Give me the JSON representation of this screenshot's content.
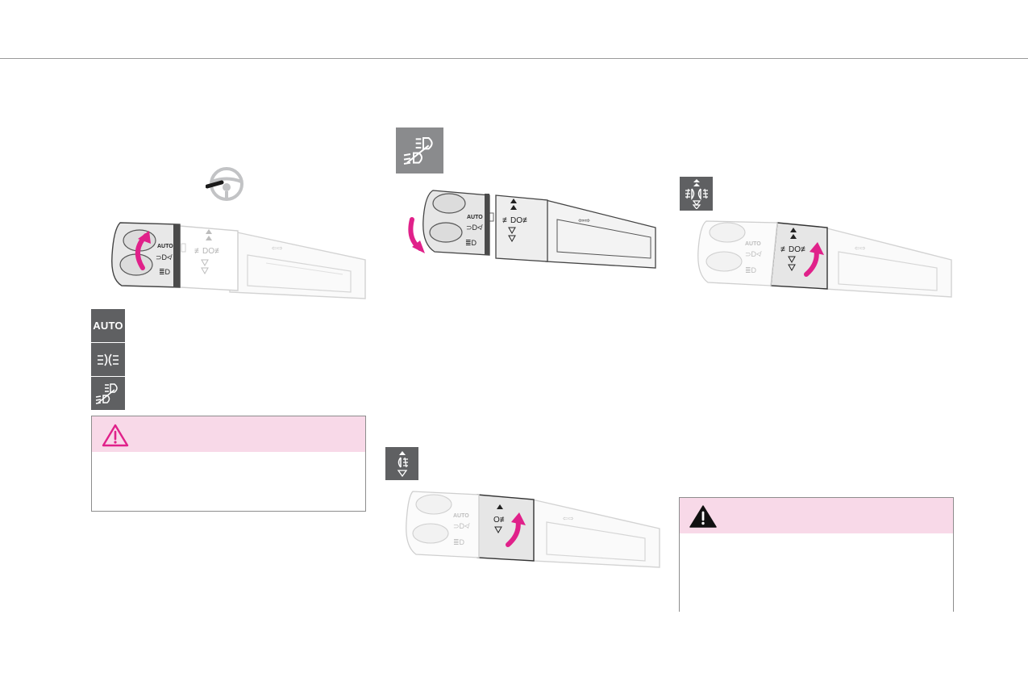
{
  "colors": {
    "accent_magenta": "#e0218a",
    "warning_pink": "#f8d9e8",
    "icon_tile_gray": "#5f6062",
    "icon_tile_light_gray": "#8a8b8d",
    "rule_gray": "#9a9a9a"
  },
  "left_column": {
    "steering_wheel_icon": "steering-wheel-icon",
    "stalk": {
      "mode_auto": "AUTO"
    },
    "icon_tiles": [
      {
        "icon": "auto-mode-icon",
        "label": "AUTO"
      },
      {
        "icon": "sidelights-icon"
      },
      {
        "icon": "dipped-main-beam-icon"
      }
    ],
    "warning": {
      "icon": "warning-triangle-outline-icon"
    }
  },
  "middle_column": {
    "top_tile_icon": "dipped-main-beam-icon",
    "stalk": {
      "mode_auto": "AUTO"
    },
    "fog_tile_icon": "rear-fog-ring-icon",
    "lower_stalk": {
      "mode_auto": "AUTO"
    }
  },
  "right_column": {
    "fog_tile_icon": "front-rear-fog-ring-icon",
    "stalk": {
      "mode_auto": "AUTO"
    },
    "warning": {
      "icon": "warning-triangle-filled-icon"
    }
  }
}
